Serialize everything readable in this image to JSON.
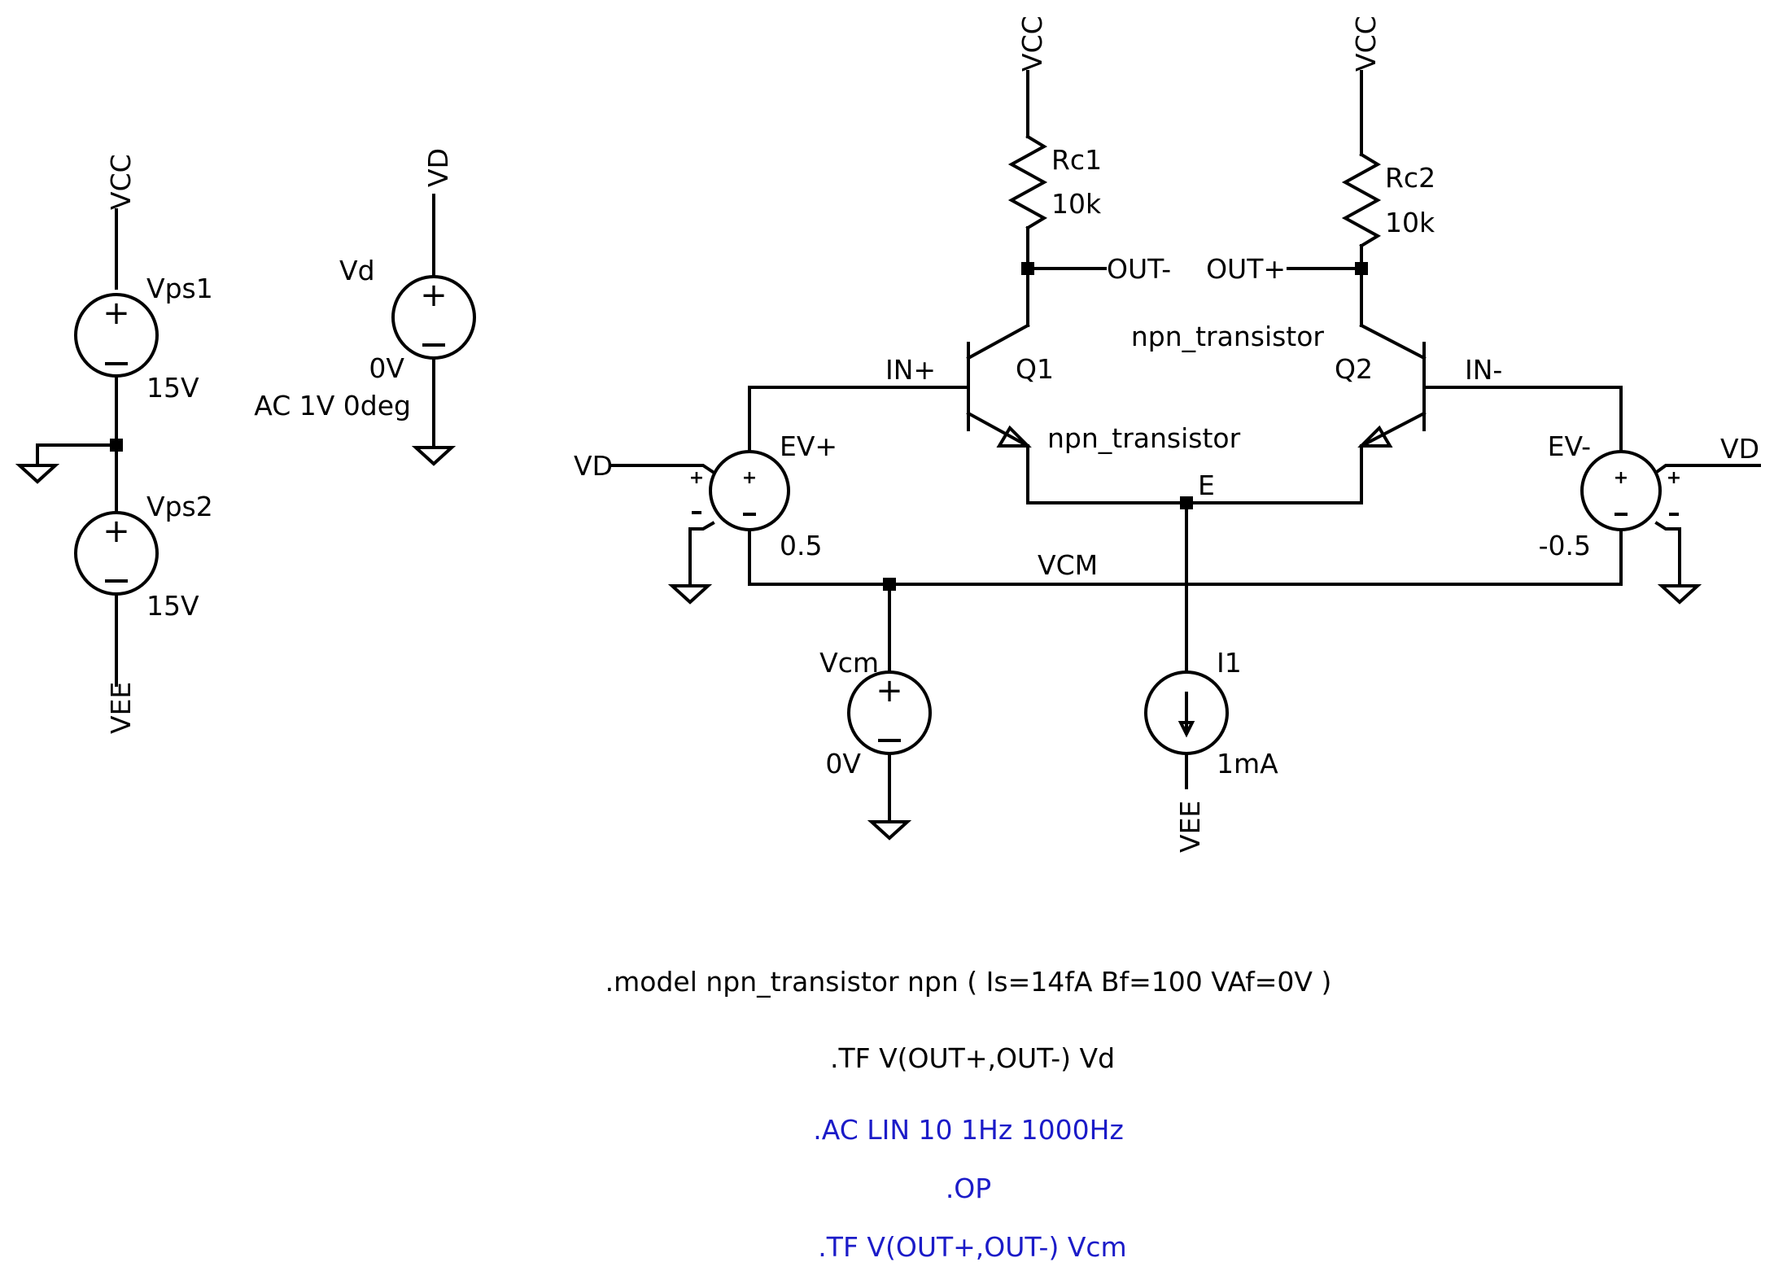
{
  "power": {
    "vcc_label": "VCC",
    "vee_label": "VEE",
    "vps1": {
      "name": "Vps1",
      "value": "15V"
    },
    "vps2": {
      "name": "Vps2",
      "value": "15V"
    }
  },
  "vd_source": {
    "net": "VD",
    "name": "Vd",
    "value": "0V",
    "ac": "AC 1V 0deg"
  },
  "resistors": [
    {
      "name": "Rc1",
      "value": "10k"
    },
    {
      "name": "Rc2",
      "value": "10k"
    }
  ],
  "transistors": [
    {
      "name": "Q1",
      "model": "npn_transistor"
    },
    {
      "name": "Q2",
      "model": "npn_transistor"
    }
  ],
  "nets": {
    "out_minus": "OUT-",
    "out_plus": "OUT+",
    "in_plus": "IN+",
    "in_minus": "IN-",
    "emitter": "E",
    "vcm": "VCM",
    "vd_left": "VD",
    "vd_right": "VD"
  },
  "dependent_sources": [
    {
      "name": "EV+",
      "gain": "0.5"
    },
    {
      "name": "EV-",
      "gain": "-0.5"
    }
  ],
  "vcm_source": {
    "name": "Vcm",
    "value": "0V"
  },
  "current_source": {
    "name": "I1",
    "value": "1mA"
  },
  "directives": {
    "model": ".model npn_transistor npn ( Is=14fA Bf=100 VAf=0V )",
    "tf_vd": ".TF V(OUT+,OUT-) Vd",
    "ac": ".AC LIN 10 1Hz 1000Hz",
    "op": ".OP",
    "tf_vcm": ".TF V(OUT+,OUT-) Vcm"
  },
  "colors": {
    "wire": "#000000",
    "spice_directive": "#1b1bc8"
  }
}
